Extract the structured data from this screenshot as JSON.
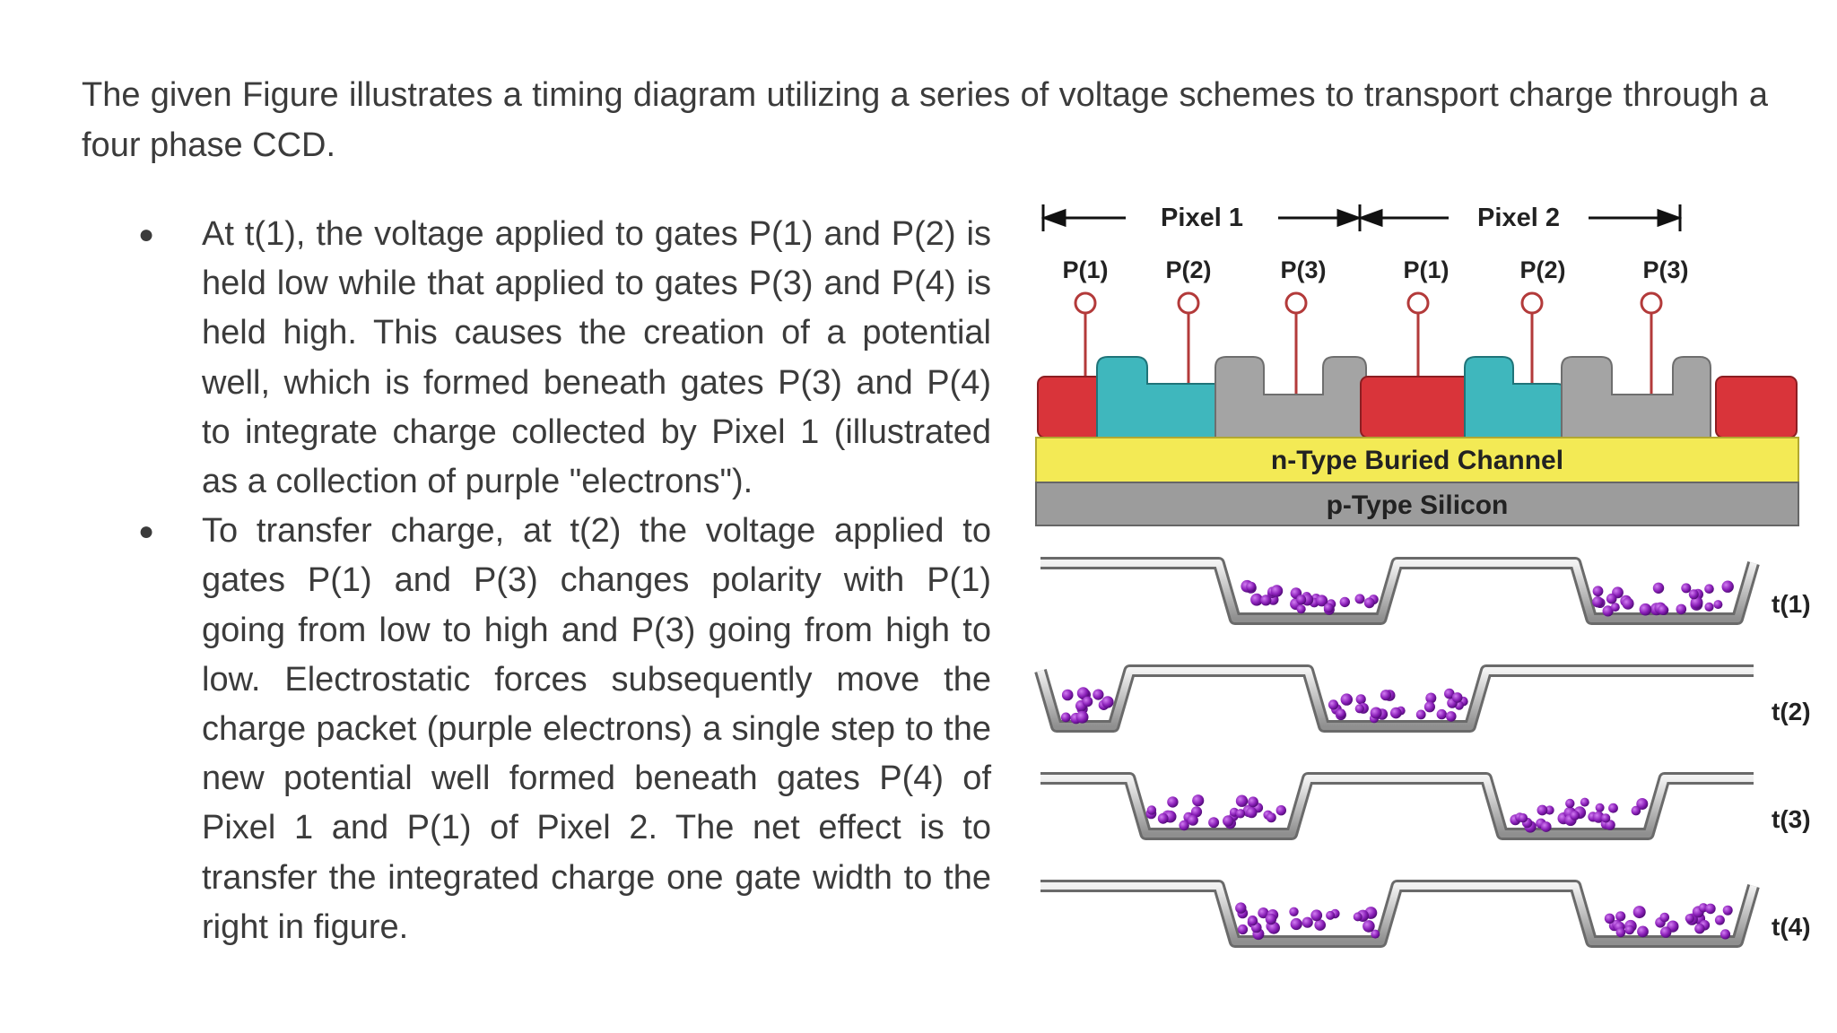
{
  "intro": "The given Figure illustrates a timing diagram utilizing a series of voltage schemes to transport charge through a four phase CCD.",
  "bullets": [
    " At t(1), the voltage applied to gates P(1) and P(2) is held low while that applied to gates P(3) and P(4) is held high. This causes the creation of a potential well, which is formed beneath gates P(3) and P(4) to integrate charge collected by Pixel 1 (illustrated as a collection of purple \"electrons\").",
    " To transfer charge, at t(2) the voltage applied to gates P(1) and P(3) changes polarity with P(1) going from low to high and P(3) going from high to low. Electrostatic forces subsequently move the charge packet (purple electrons) a single step to the new potential well formed beneath gates P(4) of Pixel 1 and P(1) of Pixel 2. The net effect is to transfer the integrated charge one gate width to the right in figure."
  ],
  "bullet_glyph": "●",
  "figure": {
    "pixel1_label": "Pixel 1",
    "pixel2_label": "Pixel 2",
    "gate_labels": [
      "P(1)",
      "P(2)",
      "P(3)",
      "P(1)",
      "P(2)",
      "P(3)"
    ],
    "channel_label": "n-Type Buried Channel",
    "substrate_label": "p-Type Silicon",
    "time_labels": [
      "t(1)",
      "t(2)",
      "t(3)",
      "t(4)"
    ],
    "colors": {
      "gate_red": "#d9343a",
      "gate_teal": "#3fb7bd",
      "gate_gray": "#a4a4a4",
      "channel_yellow": "#f3ea55",
      "substrate_gray": "#9c9c9c",
      "electron_purple": "#8a1fb8"
    },
    "wells": [
      {
        "time": "t(1)",
        "wells": [
          [
            2,
            3
          ],
          [
            6,
            7
          ]
        ]
      },
      {
        "time": "t(2)",
        "wells": [
          [
            0,
            0
          ],
          [
            3,
            4
          ]
        ]
      },
      {
        "time": "t(3)",
        "wells": [
          [
            1,
            2
          ],
          [
            5,
            6
          ]
        ]
      },
      {
        "time": "t(4)",
        "wells": [
          [
            2,
            3
          ],
          [
            6,
            7
          ]
        ]
      }
    ]
  }
}
